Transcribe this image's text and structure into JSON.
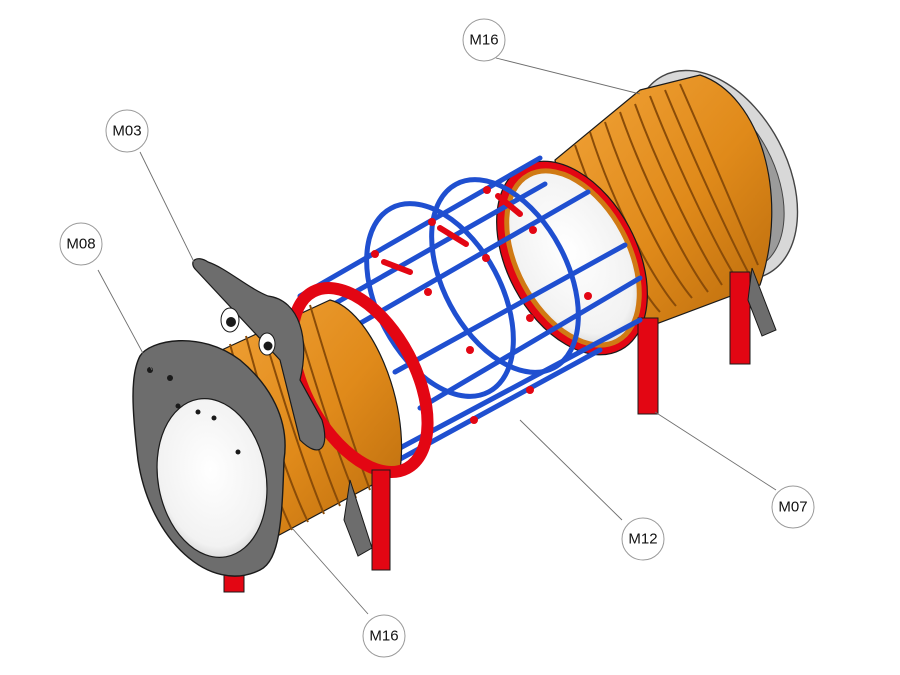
{
  "colors": {
    "tube": "#e08a1a",
    "tube_rib": "#a85a08",
    "frame_red": "#e30613",
    "net_blue": "#1f4fd0",
    "panel_gray": "#6d6d6d",
    "panel_edge": "#cfcfcf",
    "background": "#ffffff"
  },
  "callouts": [
    {
      "id": "m16-top",
      "label": "M16"
    },
    {
      "id": "m03",
      "label": "M03"
    },
    {
      "id": "m08",
      "label": "M08"
    },
    {
      "id": "m07",
      "label": "M07"
    },
    {
      "id": "m12",
      "label": "M12"
    },
    {
      "id": "m16-bottom",
      "label": "M16"
    }
  ]
}
